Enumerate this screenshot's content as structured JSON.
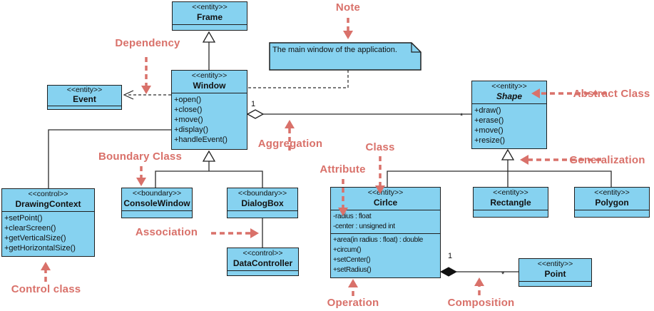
{
  "colors": {
    "class_fill": "#86d2f0",
    "border": "#1f1f1f",
    "annotation_red": "#d9716a",
    "background": "#ffffff"
  },
  "note": {
    "text": "The main window of the application."
  },
  "classes": {
    "frame": {
      "stereotype": "<<entity>>",
      "name": "Frame"
    },
    "window": {
      "stereotype": "<<entity>>",
      "name": "Window",
      "operations": [
        "+open()",
        "+close()",
        "+move()",
        "+display()",
        "+handleEvent()"
      ]
    },
    "event": {
      "stereotype": "<<entity>>",
      "name": "Event"
    },
    "shape": {
      "stereotype": "<<entity>>",
      "name": "Shape",
      "operations": [
        "+draw()",
        "+erase()",
        "+move()",
        "+resize()"
      ]
    },
    "drawing_context": {
      "stereotype": "<<control>>",
      "name": "DrawingContext",
      "operations": [
        "+setPoint()",
        "+clearScreen()",
        "+getVerticalSize()",
        "+getHorizontalSize()"
      ]
    },
    "console_window": {
      "stereotype": "<<boundary>>",
      "name": "ConsoleWindow"
    },
    "dialog_box": {
      "stereotype": "<<boundary>>",
      "name": "DialogBox"
    },
    "data_controller": {
      "stereotype": "<<control>>",
      "name": "DataController"
    },
    "circle": {
      "stereotype": "<<entity>>",
      "name": "Cirlce",
      "attributes": [
        "-radius : float",
        "-center : unsigned int"
      ],
      "operations": [
        "+area(in radius : float) : double",
        "+circum()",
        "+setCenter()",
        "+setRadius()"
      ]
    },
    "rectangle": {
      "stereotype": "<<entity>>",
      "name": "Rectangle"
    },
    "polygon": {
      "stereotype": "<<entity>>",
      "name": "Polygon"
    },
    "point": {
      "stereotype": "<<entity>>",
      "name": "Point"
    }
  },
  "multiplicities": {
    "aggregation_window_end": "1",
    "aggregation_shape_end": "*",
    "composition_circle_end": "1",
    "composition_point_end": "*"
  },
  "annotations": {
    "dependency": "Dependency",
    "note": "Note",
    "abstract_class": "Abstract Class",
    "aggregation": "Aggregation",
    "boundary_class": "Boundary Class",
    "class": "Class",
    "attribute": "Attribute",
    "generalization": "Generalization",
    "association": "Association",
    "control_class": "Control class",
    "operation": "Operation",
    "composition": "Composition"
  }
}
